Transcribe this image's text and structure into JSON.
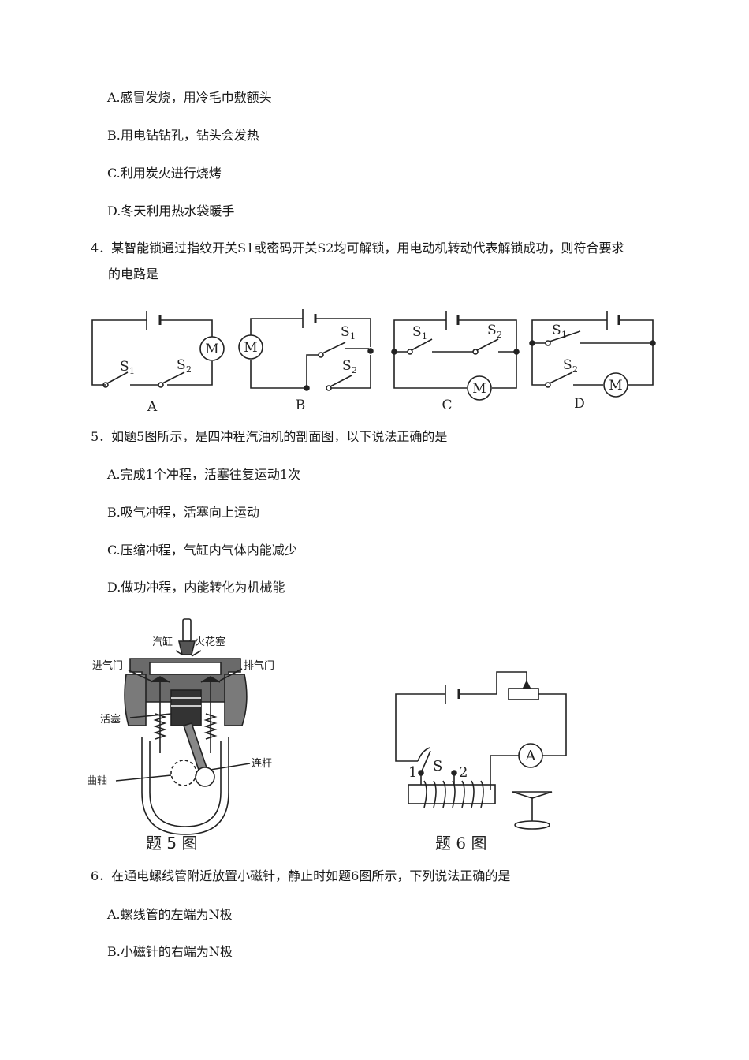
{
  "q3_options": [
    "A.感冒发烧，用冷毛巾敷额头",
    "B.用电钻钻孔，钻头会发热",
    "C.利用炭火进行烧烤",
    "D.冬天利用热水袋暖手"
  ],
  "q4": {
    "line1": "4．某智能锁通过指纹开关S1或密码开关S2均可解锁，用电动机转动代表解锁成功，则符合要求",
    "line2": "的电路是",
    "circuit_labels": [
      "A",
      "B",
      "C",
      "D"
    ],
    "motor": "M",
    "s1": "S",
    "s2": "S",
    "sub1": "1",
    "sub2": "2"
  },
  "q5": {
    "stem": "5．如题5图所示，是四冲程汽油机的剖面图，以下说法正确的是",
    "options": [
      "A.完成1个冲程，活塞往复运动1次",
      "B.吸气冲程，活塞向上运动",
      "C.压缩冲程，气缸内气体内能减少",
      "D.做功冲程，内能转化为机械能"
    ]
  },
  "fig5": {
    "caption": "题 5 图",
    "labels": {
      "cylinder": "汽缸",
      "spark_plug": "火花塞",
      "intake": "进气门",
      "exhaust": "排气门",
      "piston": "活塞",
      "rod": "连杆",
      "crank": "曲轴"
    }
  },
  "fig6": {
    "caption": "题 6 图",
    "ammeter": "A",
    "switch": "S",
    "terminal1": "1",
    "terminal2": "2"
  },
  "q6": {
    "stem": "6．在通电螺线管附近放置小磁针，静止时如题6图所示，下列说法正确的是",
    "options": [
      "A.螺线管的左端为N极",
      "B.小磁针的右端为N极"
    ]
  }
}
